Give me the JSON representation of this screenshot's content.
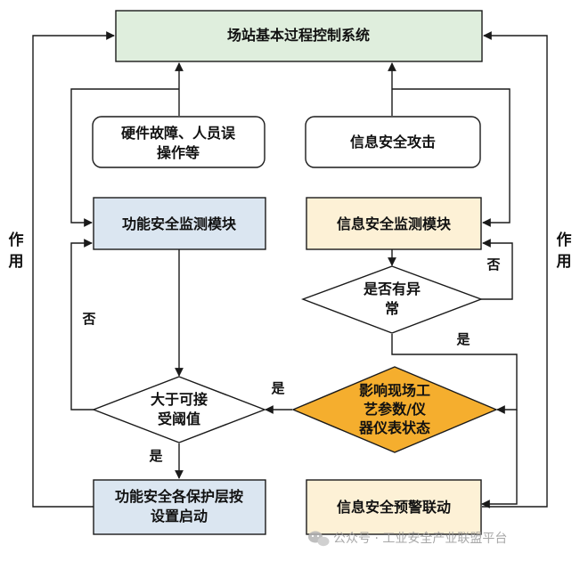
{
  "nodes": {
    "top": {
      "text": "场站基本过程控制系统",
      "fill": "#dfeedd"
    },
    "hw": {
      "line1": "硬件故障、人员误",
      "line2": "操作等"
    },
    "attack": {
      "text": "信息安全攻击"
    },
    "fsm": {
      "text": "功能安全监测模块",
      "fill": "#dbe6f1"
    },
    "ism": {
      "text": "信息安全监测模块",
      "fill": "#fdf1d6"
    },
    "anomaly": {
      "line1": "是否有异",
      "line2": "常"
    },
    "threshold": {
      "line1": "大于可接",
      "line2": "受阈值"
    },
    "impact": {
      "line1": "影响现场工",
      "line2": "艺参数/仪",
      "line3": "器仪表状态",
      "fill": "#f5ae2e"
    },
    "protect": {
      "line1": "功能安全各保护层按",
      "line2": "设置启动",
      "fill": "#dbe6f1"
    },
    "warn": {
      "text": "信息安全预警联动",
      "fill": "#fdf1d6"
    }
  },
  "edge_labels": {
    "anomaly_no": "否",
    "anomaly_yes": "是",
    "threshold_no": "否",
    "threshold_yes": "是",
    "impact_yes": "是"
  },
  "side_labels": {
    "left_line1": "作",
    "left_line2": "用",
    "right_line1": "作",
    "right_line2": "用"
  },
  "watermark": {
    "text": "公众号 · 工业安全产业联盟平台",
    "icon": "wechat-icon"
  },
  "colors": {
    "stroke": "#1a1a1a",
    "text": "#111111"
  }
}
